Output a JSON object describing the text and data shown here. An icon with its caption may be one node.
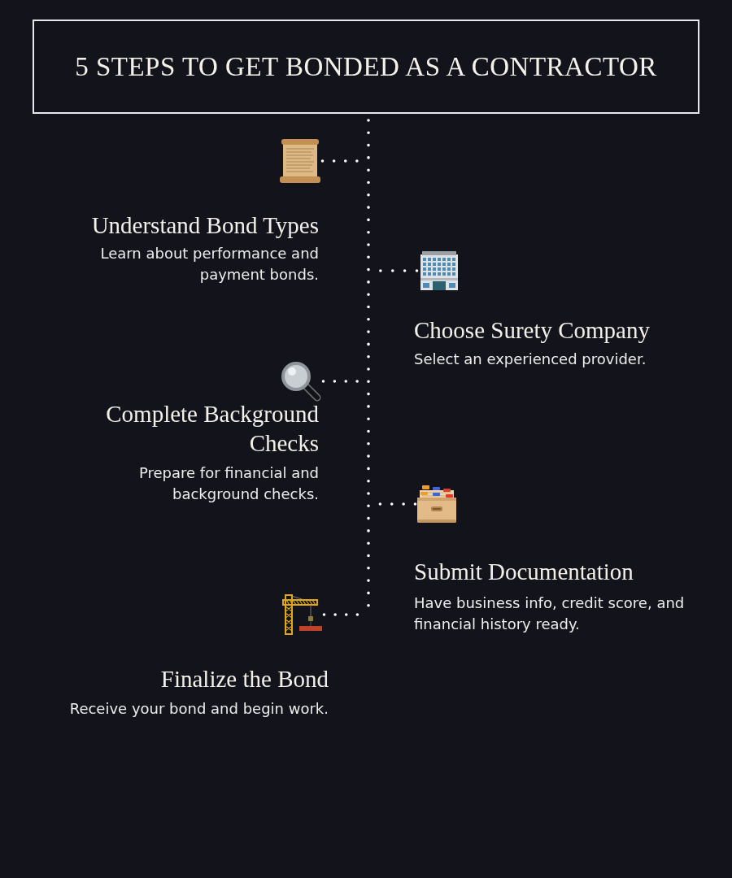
{
  "diagram": {
    "title": "5 STEPS TO GET BONDED AS A CONTRACTOR",
    "nodes": [
      {
        "text": [],
        "shape": "picture",
        "beside": [
          "Understand Bond Types",
          "Learn about performance and payment bonds."
        ]
      },
      {
        "text": [],
        "shape": "picture",
        "beside": [
          "Choose Surety Company",
          "Select an experienced provider."
        ]
      },
      {
        "text": [],
        "shape": "picture",
        "beside": [
          "Complete Background Checks",
          "Prepare for financial and background checks."
        ]
      },
      {
        "text": [],
        "shape": "picture",
        "beside": [
          "Submit Documentation",
          "Have business info, credit score, and financial history ready."
        ]
      },
      {
        "text": [],
        "shape": "picture",
        "beside": [
          "Finalize the Bond",
          "Receive your bond and begin work."
        ]
      }
    ],
    "edges": [
      {
        "from": 0,
        "to": null,
        "arrow": "none"
      },
      {
        "from": 1,
        "to": null,
        "arrow": "none"
      },
      {
        "from": 2,
        "to": null,
        "arrow": "none"
      },
      {
        "from": 3,
        "to": null,
        "arrow": "none"
      },
      {
        "from": 4,
        "to": null,
        "arrow": "none"
      }
    ]
  }
}
